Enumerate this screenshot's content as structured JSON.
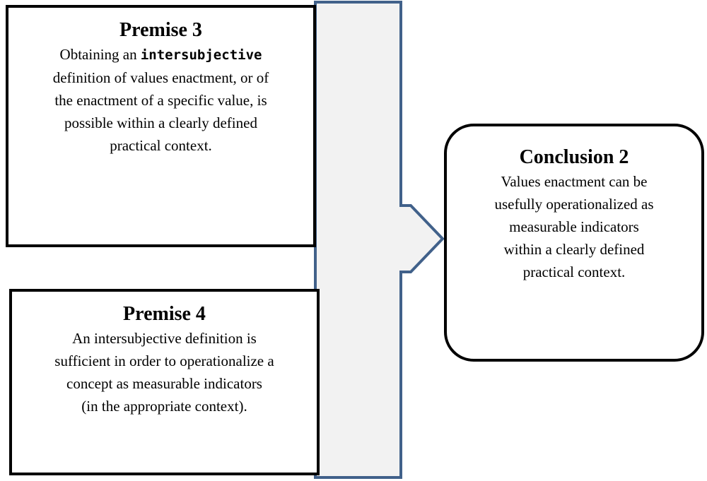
{
  "colors": {
    "arrow_fill": "#f2f2f2",
    "arrow_stroke": "#41618a",
    "box_border": "#000000"
  },
  "premise_3": {
    "title": "Premise 3",
    "line1_before": "Obtaining an ",
    "line1_keyword": "intersubjective",
    "line2": "definition of values enactment, or of",
    "line3": "the enactment of a specific value, is",
    "line4": "possible within a clearly defined",
    "line5": "practical context."
  },
  "premise_4": {
    "title": "Premise 4",
    "line1": "An intersubjective definition is",
    "line2": "sufficient in order to operationalize a",
    "line3": "concept as measurable indicators",
    "line4": "(in the appropriate context)."
  },
  "conclusion_2": {
    "title": "Conclusion 2",
    "line1": "Values enactment can be",
    "line2": "usefully operationalized as",
    "line3": "measurable indicators",
    "line4": "within a clearly defined",
    "line5": "practical context."
  }
}
